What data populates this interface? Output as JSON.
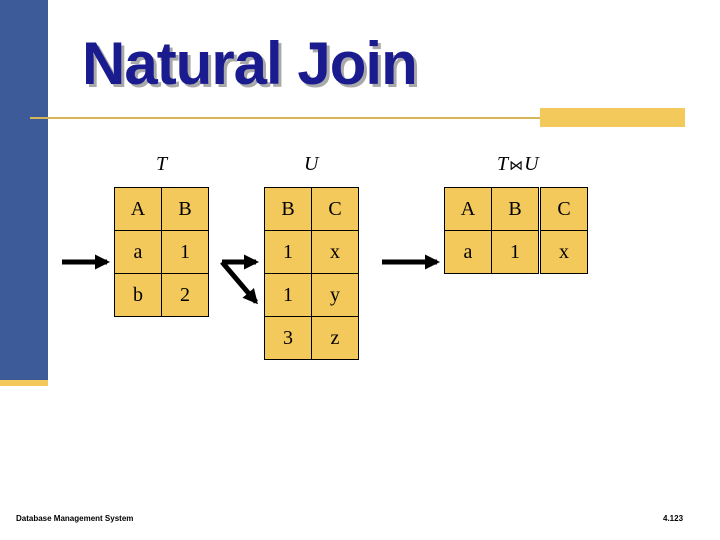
{
  "slide": {
    "title": "Natural Join",
    "footer_left": "Database Management System",
    "footer_right": "4.123"
  },
  "tables": {
    "T": {
      "label": "T",
      "headers": [
        "A",
        "B"
      ],
      "rows": [
        [
          "a",
          "1"
        ],
        [
          "b",
          "2"
        ]
      ]
    },
    "U": {
      "label": "U",
      "headers": [
        "B",
        "C"
      ],
      "rows": [
        [
          "1",
          "x"
        ],
        [
          "1",
          "y"
        ],
        [
          "3",
          "z"
        ]
      ]
    },
    "result": {
      "label_left": "T",
      "join_symbol": "⋈",
      "label_right": "U",
      "headers": [
        "A",
        "B",
        "C"
      ],
      "rows": [
        [
          "a",
          "1",
          "x"
        ]
      ]
    }
  },
  "colors": {
    "sidebar": "#3d5a99",
    "accent_yellow": "#f4c95c",
    "title": "#1a1b8f"
  }
}
